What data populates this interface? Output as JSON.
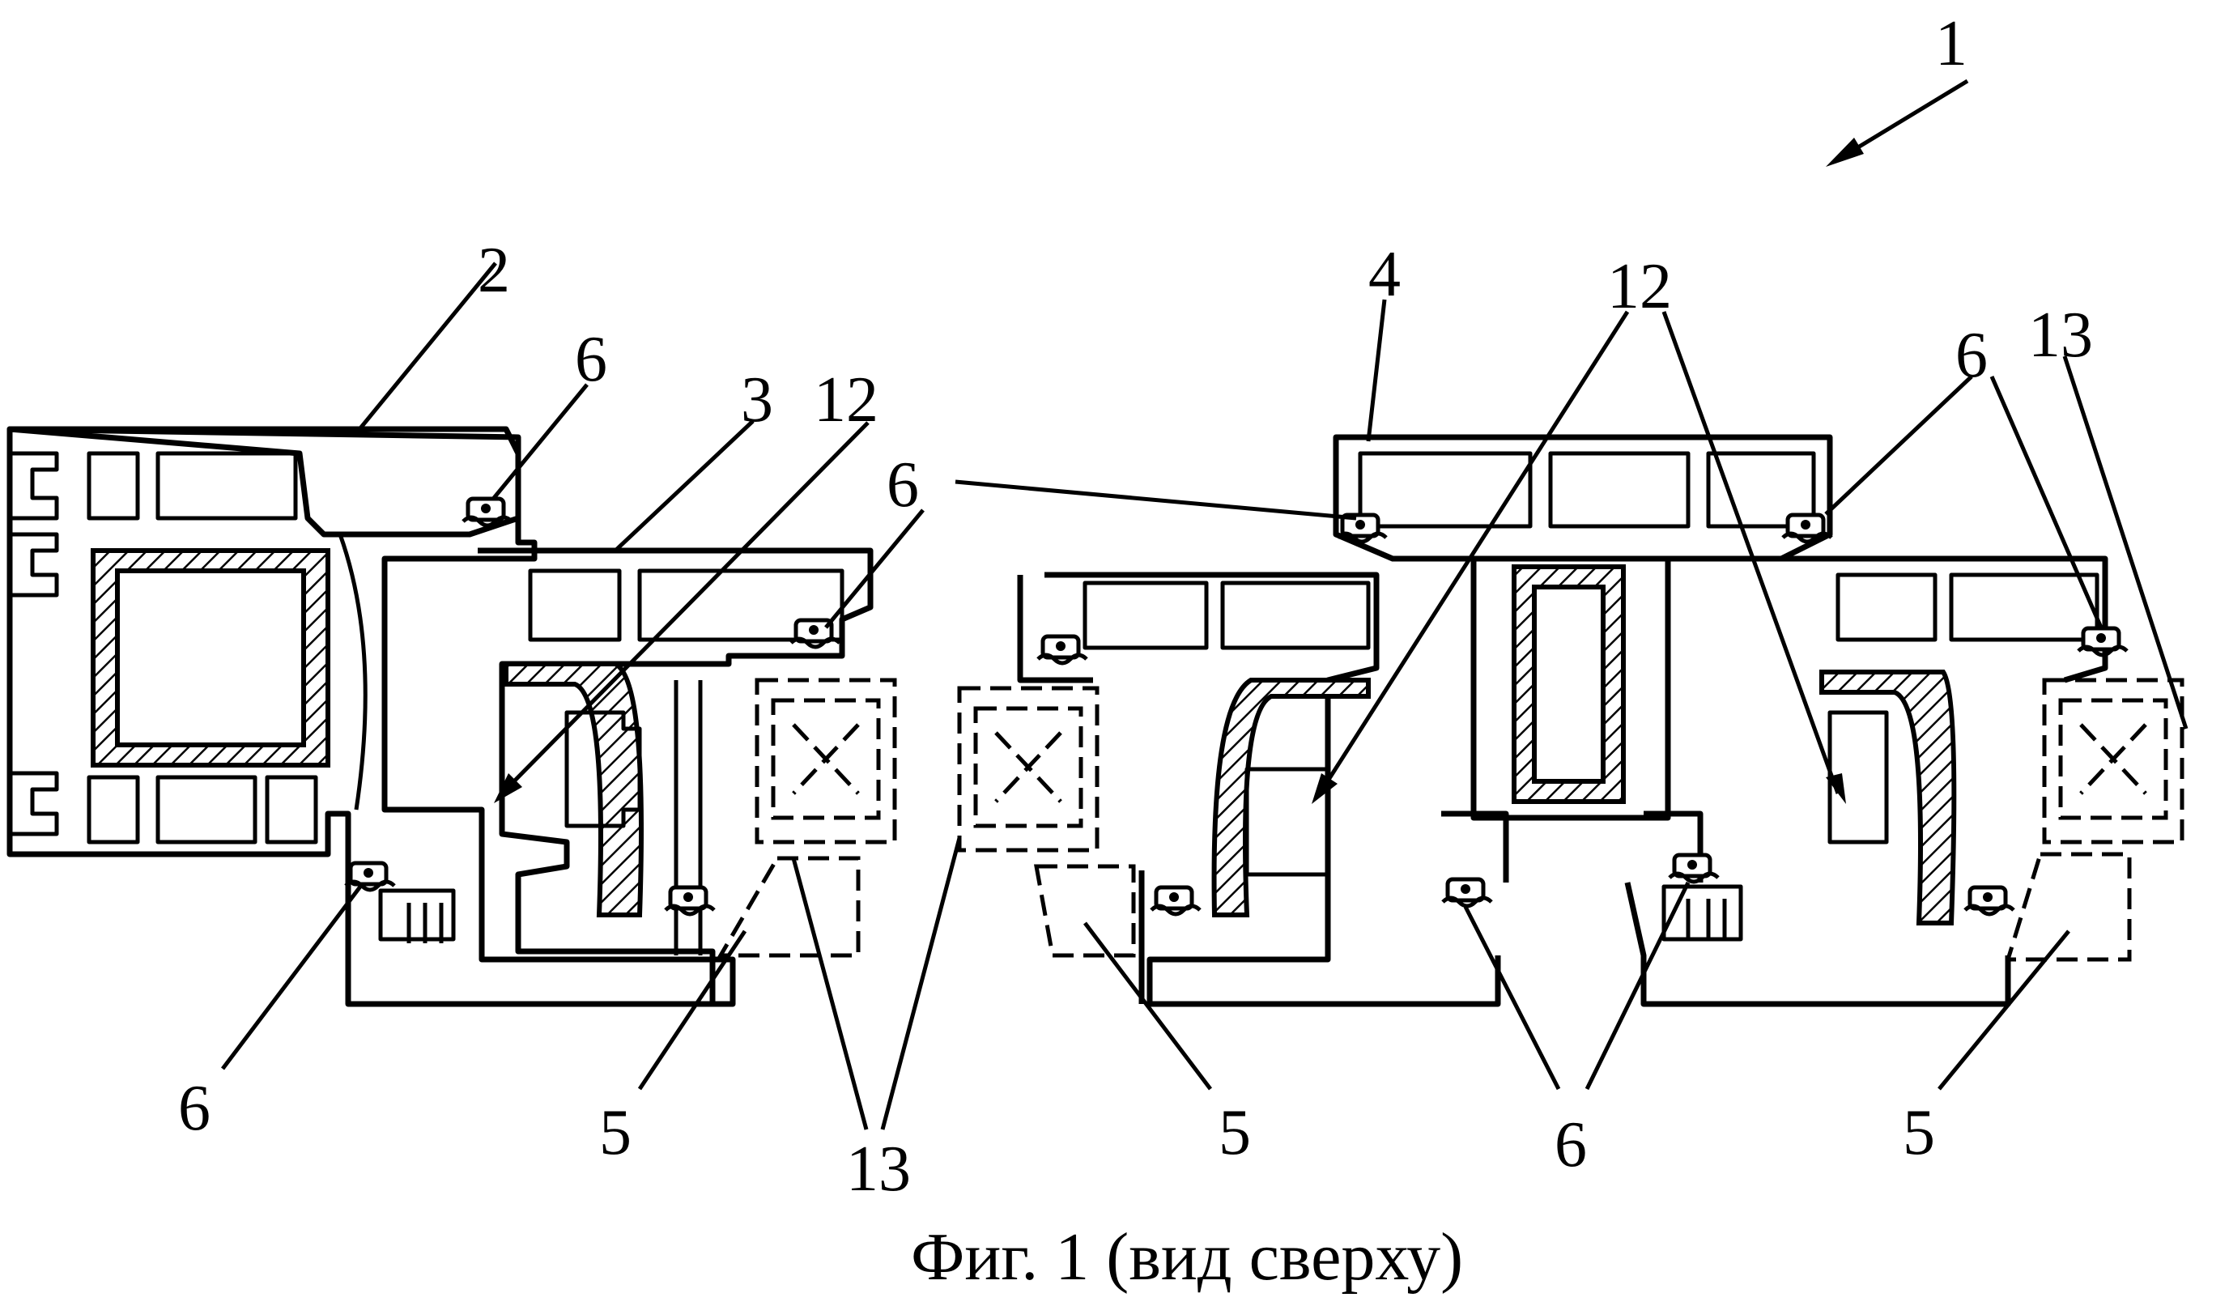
{
  "figure": {
    "caption": "Фиг. 1 (вид сверху)",
    "labels": {
      "assembly": "1",
      "frame": "2",
      "sash_left": "3",
      "mullion": "4",
      "glazing_bead": "5",
      "seal": "6",
      "cavity": "12",
      "glass_unit": "13"
    }
  }
}
